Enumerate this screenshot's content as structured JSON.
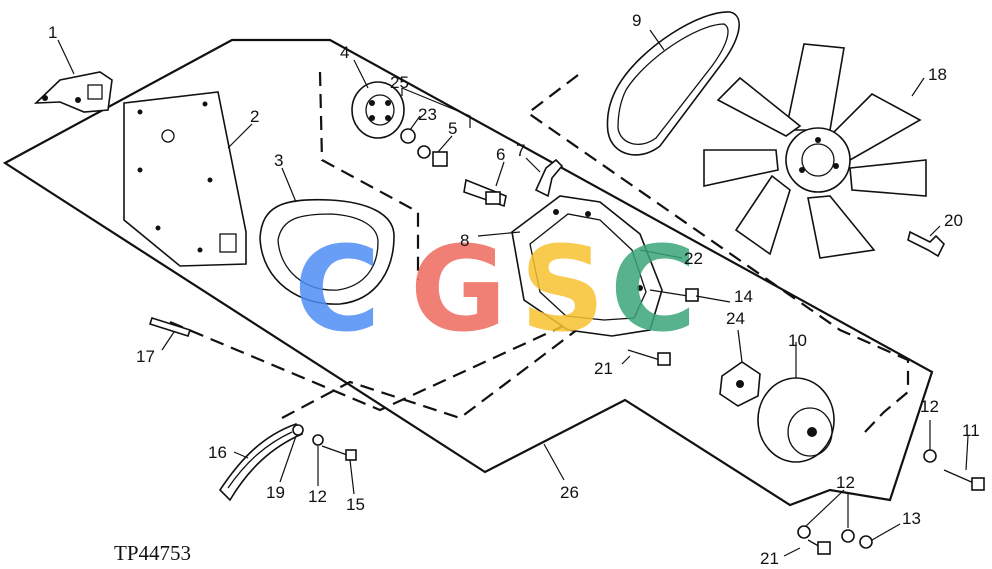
{
  "figure_id": "TP44753",
  "watermark": {
    "letters": [
      "C",
      "G",
      "S",
      "C"
    ],
    "colors": [
      "#4f8ef5",
      "#ee6b5f",
      "#f7c331",
      "#3aa57a"
    ]
  },
  "callouts": [
    {
      "id": "c1",
      "text": "1"
    },
    {
      "id": "c2",
      "text": "2"
    },
    {
      "id": "c3",
      "text": "3"
    },
    {
      "id": "c4",
      "text": "4"
    },
    {
      "id": "c25",
      "text": "25"
    },
    {
      "id": "c23",
      "text": "23"
    },
    {
      "id": "c5",
      "text": "5"
    },
    {
      "id": "c6",
      "text": "6"
    },
    {
      "id": "c7",
      "text": "7"
    },
    {
      "id": "c8",
      "text": "8"
    },
    {
      "id": "c9",
      "text": "9"
    },
    {
      "id": "c18",
      "text": "18"
    },
    {
      "id": "c20",
      "text": "20"
    },
    {
      "id": "c22",
      "text": "22"
    },
    {
      "id": "c14",
      "text": "14"
    },
    {
      "id": "c24",
      "text": "24"
    },
    {
      "id": "c10",
      "text": "10"
    },
    {
      "id": "c21a",
      "text": "21"
    },
    {
      "id": "c17",
      "text": "17"
    },
    {
      "id": "c16",
      "text": "16"
    },
    {
      "id": "c19",
      "text": "19"
    },
    {
      "id": "c12a",
      "text": "12"
    },
    {
      "id": "c15",
      "text": "15"
    },
    {
      "id": "c26",
      "text": "26"
    },
    {
      "id": "c12b",
      "text": "12"
    },
    {
      "id": "c11",
      "text": "11"
    },
    {
      "id": "c12c",
      "text": "12"
    },
    {
      "id": "c13",
      "text": "13"
    },
    {
      "id": "c21b",
      "text": "21"
    }
  ]
}
